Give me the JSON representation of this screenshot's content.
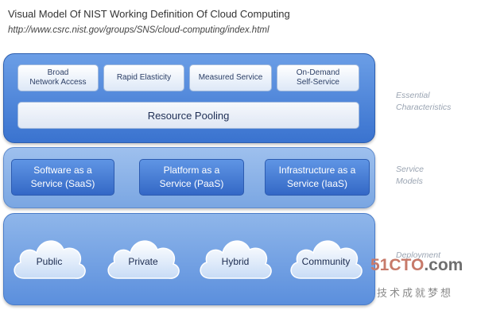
{
  "header": {
    "title": "Visual Model Of NIST Working Definition Of Cloud Computing",
    "url": "http://www.csrc.nist.gov/groups/SNS/cloud-computing/index.html"
  },
  "essential": {
    "items": [
      "Broad\nNetwork Access",
      "Rapid Elasticity",
      "Measured Service",
      "On-Demand\nSelf-Service"
    ],
    "pooling": "Resource Pooling",
    "side_label": "Essential Characteristics"
  },
  "service": {
    "models": [
      "Software as a\nService (SaaS)",
      "Platform as a\nService (PaaS)",
      "Infrastructure as a\nService (IaaS)"
    ],
    "side_label": "Service Models"
  },
  "deployment": {
    "models": [
      "Public",
      "Private",
      "Hybrid",
      "Community"
    ],
    "side_label": "Deployment"
  },
  "watermark": {
    "main": "51CTO",
    "dot": ".com",
    "sub": "技术成就梦想"
  },
  "colors": {
    "dark_blue": "#3a73cf",
    "light_blue": "#9ec0ee",
    "text_navy": "#2c3f66"
  }
}
